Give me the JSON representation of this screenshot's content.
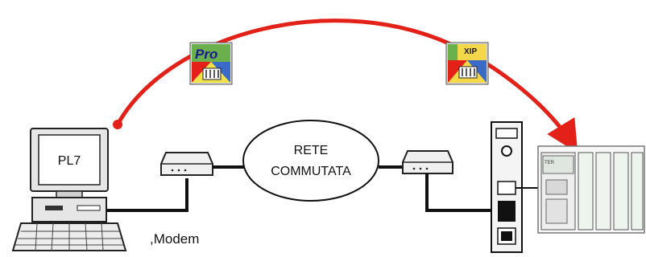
{
  "diagram": {
    "pc_label": "PL7",
    "network_line1": "RETE",
    "network_line2": "COMMUTATA",
    "modem_label": ",Modem",
    "pro_icon_text": "Pro",
    "xip_icon_text": "XIP",
    "plc_tag_text": "TER"
  },
  "colors": {
    "arrow": "#e32119",
    "line": "#000000",
    "pro_icon_bg": "#6ab04c",
    "pro_icon_text": "#1a1a8c",
    "xip_icon_bg": "#f5d84a"
  }
}
